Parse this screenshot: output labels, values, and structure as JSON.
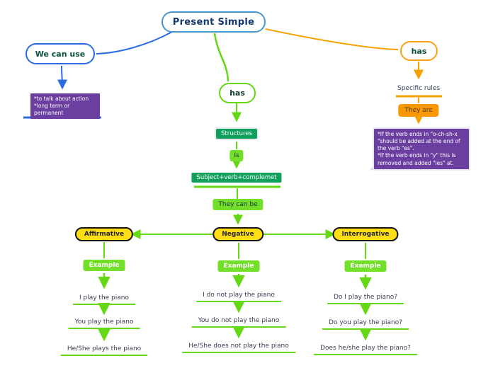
{
  "title": "Present Simple",
  "use_branch": {
    "label": "We can use",
    "note": "*to talk about action\n*long term or permanent"
  },
  "rules_branch": {
    "label": "has",
    "specific_rules": "Specific rules",
    "they_are": "They are",
    "note": "*If the verb ends in \"o-ch-sh-x \"should be added at the end of the verb \"es\".\n*If the verb ends in \"y\" this is removed and added \"ies\" at."
  },
  "structure_branch": {
    "label": "has",
    "structures": "Structures",
    "is": "Is",
    "formula": "Subject+verb+complemet",
    "they_can_be": "They can be"
  },
  "forms": [
    {
      "label": "Affirmative",
      "example_label": "Example",
      "examples": [
        "I play the piano",
        "You play the piano",
        "He/She plays the piano"
      ]
    },
    {
      "label": "Negative",
      "example_label": "Example",
      "examples": [
        "I do not play the piano",
        "You do not play the piano",
        "He/She does not play the piano"
      ]
    },
    {
      "label": "Interrogative",
      "example_label": "Example",
      "examples": [
        "Do I play the piano?",
        "Do you play the piano?",
        "Does he/she play the piano?"
      ]
    }
  ],
  "colors": {
    "blue_line": "#2b6ce2",
    "root_border": "#4a97cf",
    "orange_line": "#f5a100",
    "orange_fill": "#fb9801",
    "green_line": "#63d813",
    "green_fill_bright": "#72df29",
    "green_fill_dark": "#0fa05c",
    "yellow_fill": "#ffde14",
    "purple_fill": "#6b3fa0"
  }
}
